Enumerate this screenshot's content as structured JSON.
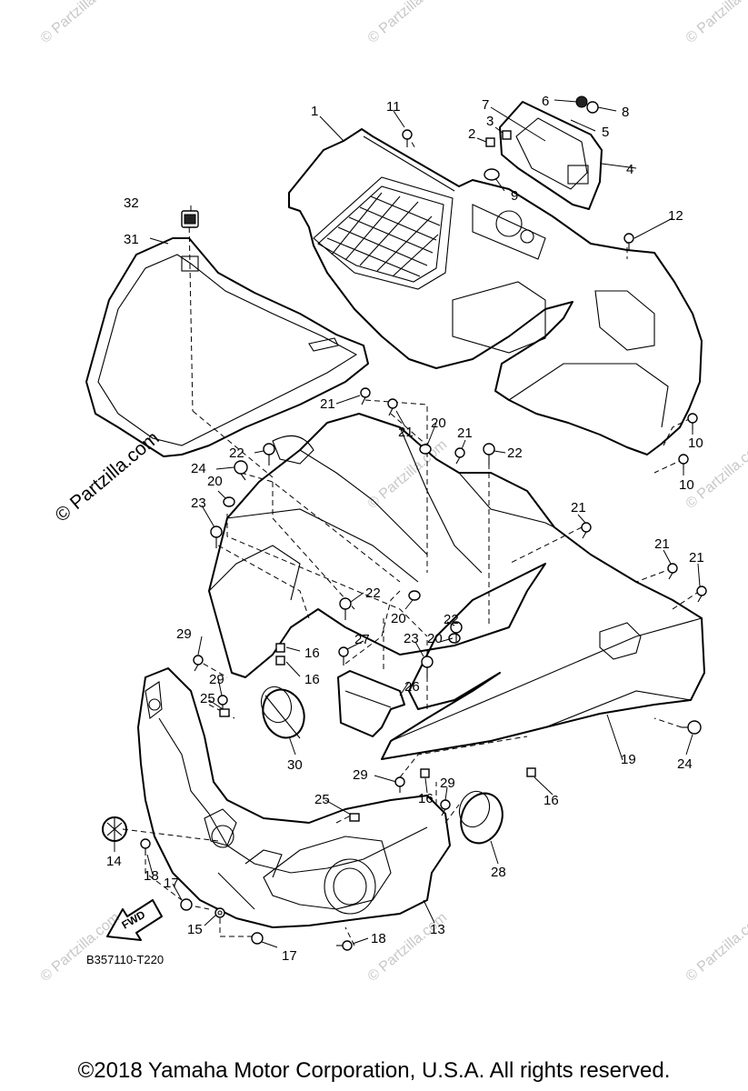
{
  "watermark_text": "© Partzilla.com",
  "diagram_code": "B357110-T220",
  "fwd_label": "FWD",
  "copyright": "©2018  Yamaha Motor Corporation, U.S.A. All rights reserved.",
  "callouts": {
    "c1": "1",
    "c2": "2",
    "c3": "3",
    "c4": "4",
    "c5": "5",
    "c6": "6",
    "c7": "7",
    "c8": "8",
    "c9": "9",
    "c10a": "10",
    "c10b": "10",
    "c11": "11",
    "c12": "12",
    "c13": "13",
    "c14": "14",
    "c15": "15",
    "c16a": "16",
    "c16b": "16",
    "c16c": "16",
    "c16d": "16",
    "c17a": "17",
    "c17b": "17",
    "c18a": "18",
    "c18b": "18",
    "c19": "19",
    "c20a": "20",
    "c20b": "20",
    "c20c": "20",
    "c20d": "20",
    "c21a": "21",
    "c21b": "21",
    "c21c": "21",
    "c21d": "21",
    "c21e": "21",
    "c21f": "21",
    "c22a": "22",
    "c22b": "22",
    "c22c": "22",
    "c22d": "22",
    "c23a": "23",
    "c23b": "23",
    "c24a": "24",
    "c24b": "24",
    "c25a": "25",
    "c25b": "25",
    "c26": "26",
    "c27": "27",
    "c28": "28",
    "c29a": "29",
    "c29b": "29",
    "c29c": "29",
    "c29d": "29",
    "c30": "30",
    "c31": "31",
    "c32": "32"
  }
}
